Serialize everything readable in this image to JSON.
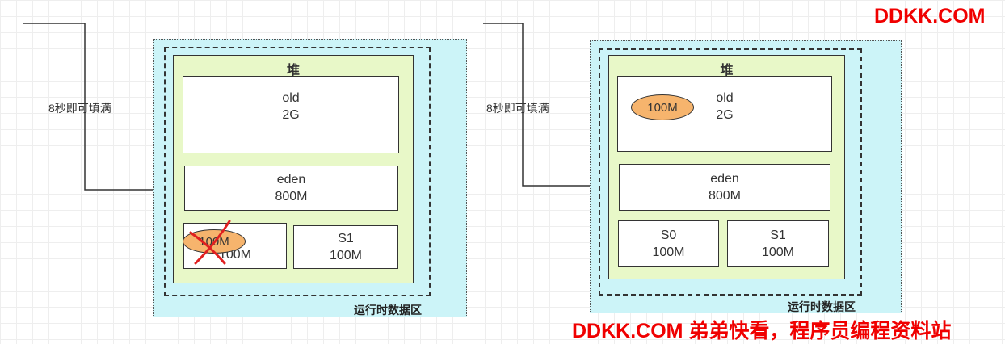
{
  "watermark_top": "DDKK.COM",
  "watermark_bottom": "DDKK.COM 弟弟快看，程序员编程资料站",
  "left": {
    "arrow_label": "8秒即可填满",
    "region_label": "运行时数据区",
    "heap_title": "堆",
    "old": {
      "name": "old",
      "size": "2G"
    },
    "eden": {
      "name": "eden",
      "size": "800M"
    },
    "s0": {
      "name": "",
      "size": "100M"
    },
    "s0_blob": "100M",
    "s1": {
      "name": "S1",
      "size": "100M"
    }
  },
  "right": {
    "arrow_label": "8秒即可填满",
    "region_label": "运行时数据区",
    "heap_title": "堆",
    "old": {
      "name": "old",
      "size": "2G"
    },
    "old_blob": "100M",
    "eden": {
      "name": "eden",
      "size": "800M"
    },
    "s0": {
      "name": "S0",
      "size": "100M"
    },
    "s1": {
      "name": "S1",
      "size": "100M"
    }
  },
  "colors": {
    "runtime_bg": "#ccf4f8",
    "heap_bg": "#e8f8c8",
    "blob": "#f6b46d",
    "cross": "#e02020",
    "brand": "#f00000"
  },
  "icons": {
    "cross": "cross-mark-icon",
    "arrow": "arrow-right-icon"
  }
}
